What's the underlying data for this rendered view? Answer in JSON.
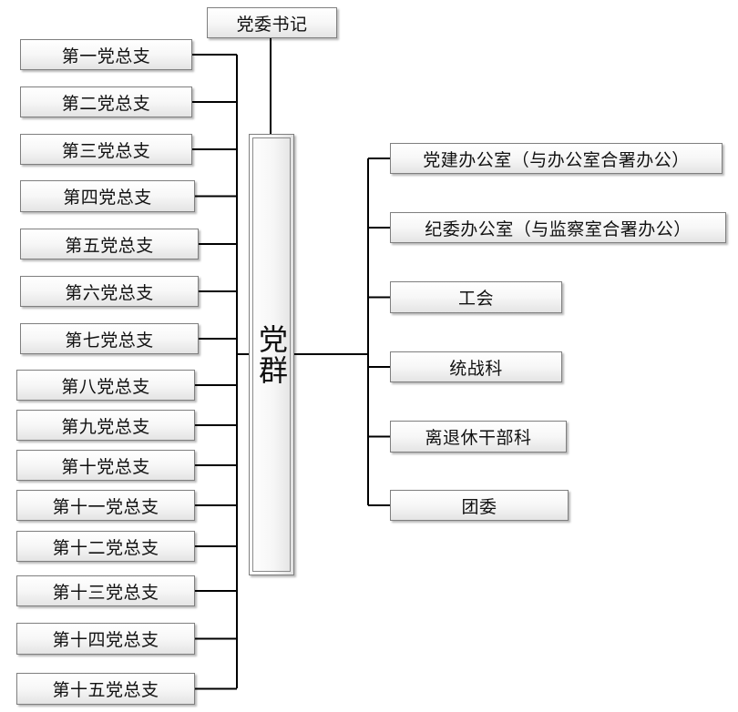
{
  "top": {
    "label": "党委书记"
  },
  "center": {
    "label": "党群"
  },
  "branches": [
    "第一党总支",
    "第二党总支",
    "第三党总支",
    "第四党总支",
    "第五党总支",
    "第六党总支",
    "第七党总支",
    "第八党总支",
    "第九党总支",
    "第十党总支",
    "第十一党总支",
    "第十二党总支",
    "第十三党总支",
    "第十四党总支",
    "第十五党总支"
  ],
  "departments": [
    "党建办公室（与办公室合署办公）",
    "纪委办公室（与监察室合署办公）",
    "工会",
    "统战科",
    "离退休干部科",
    "团委"
  ]
}
